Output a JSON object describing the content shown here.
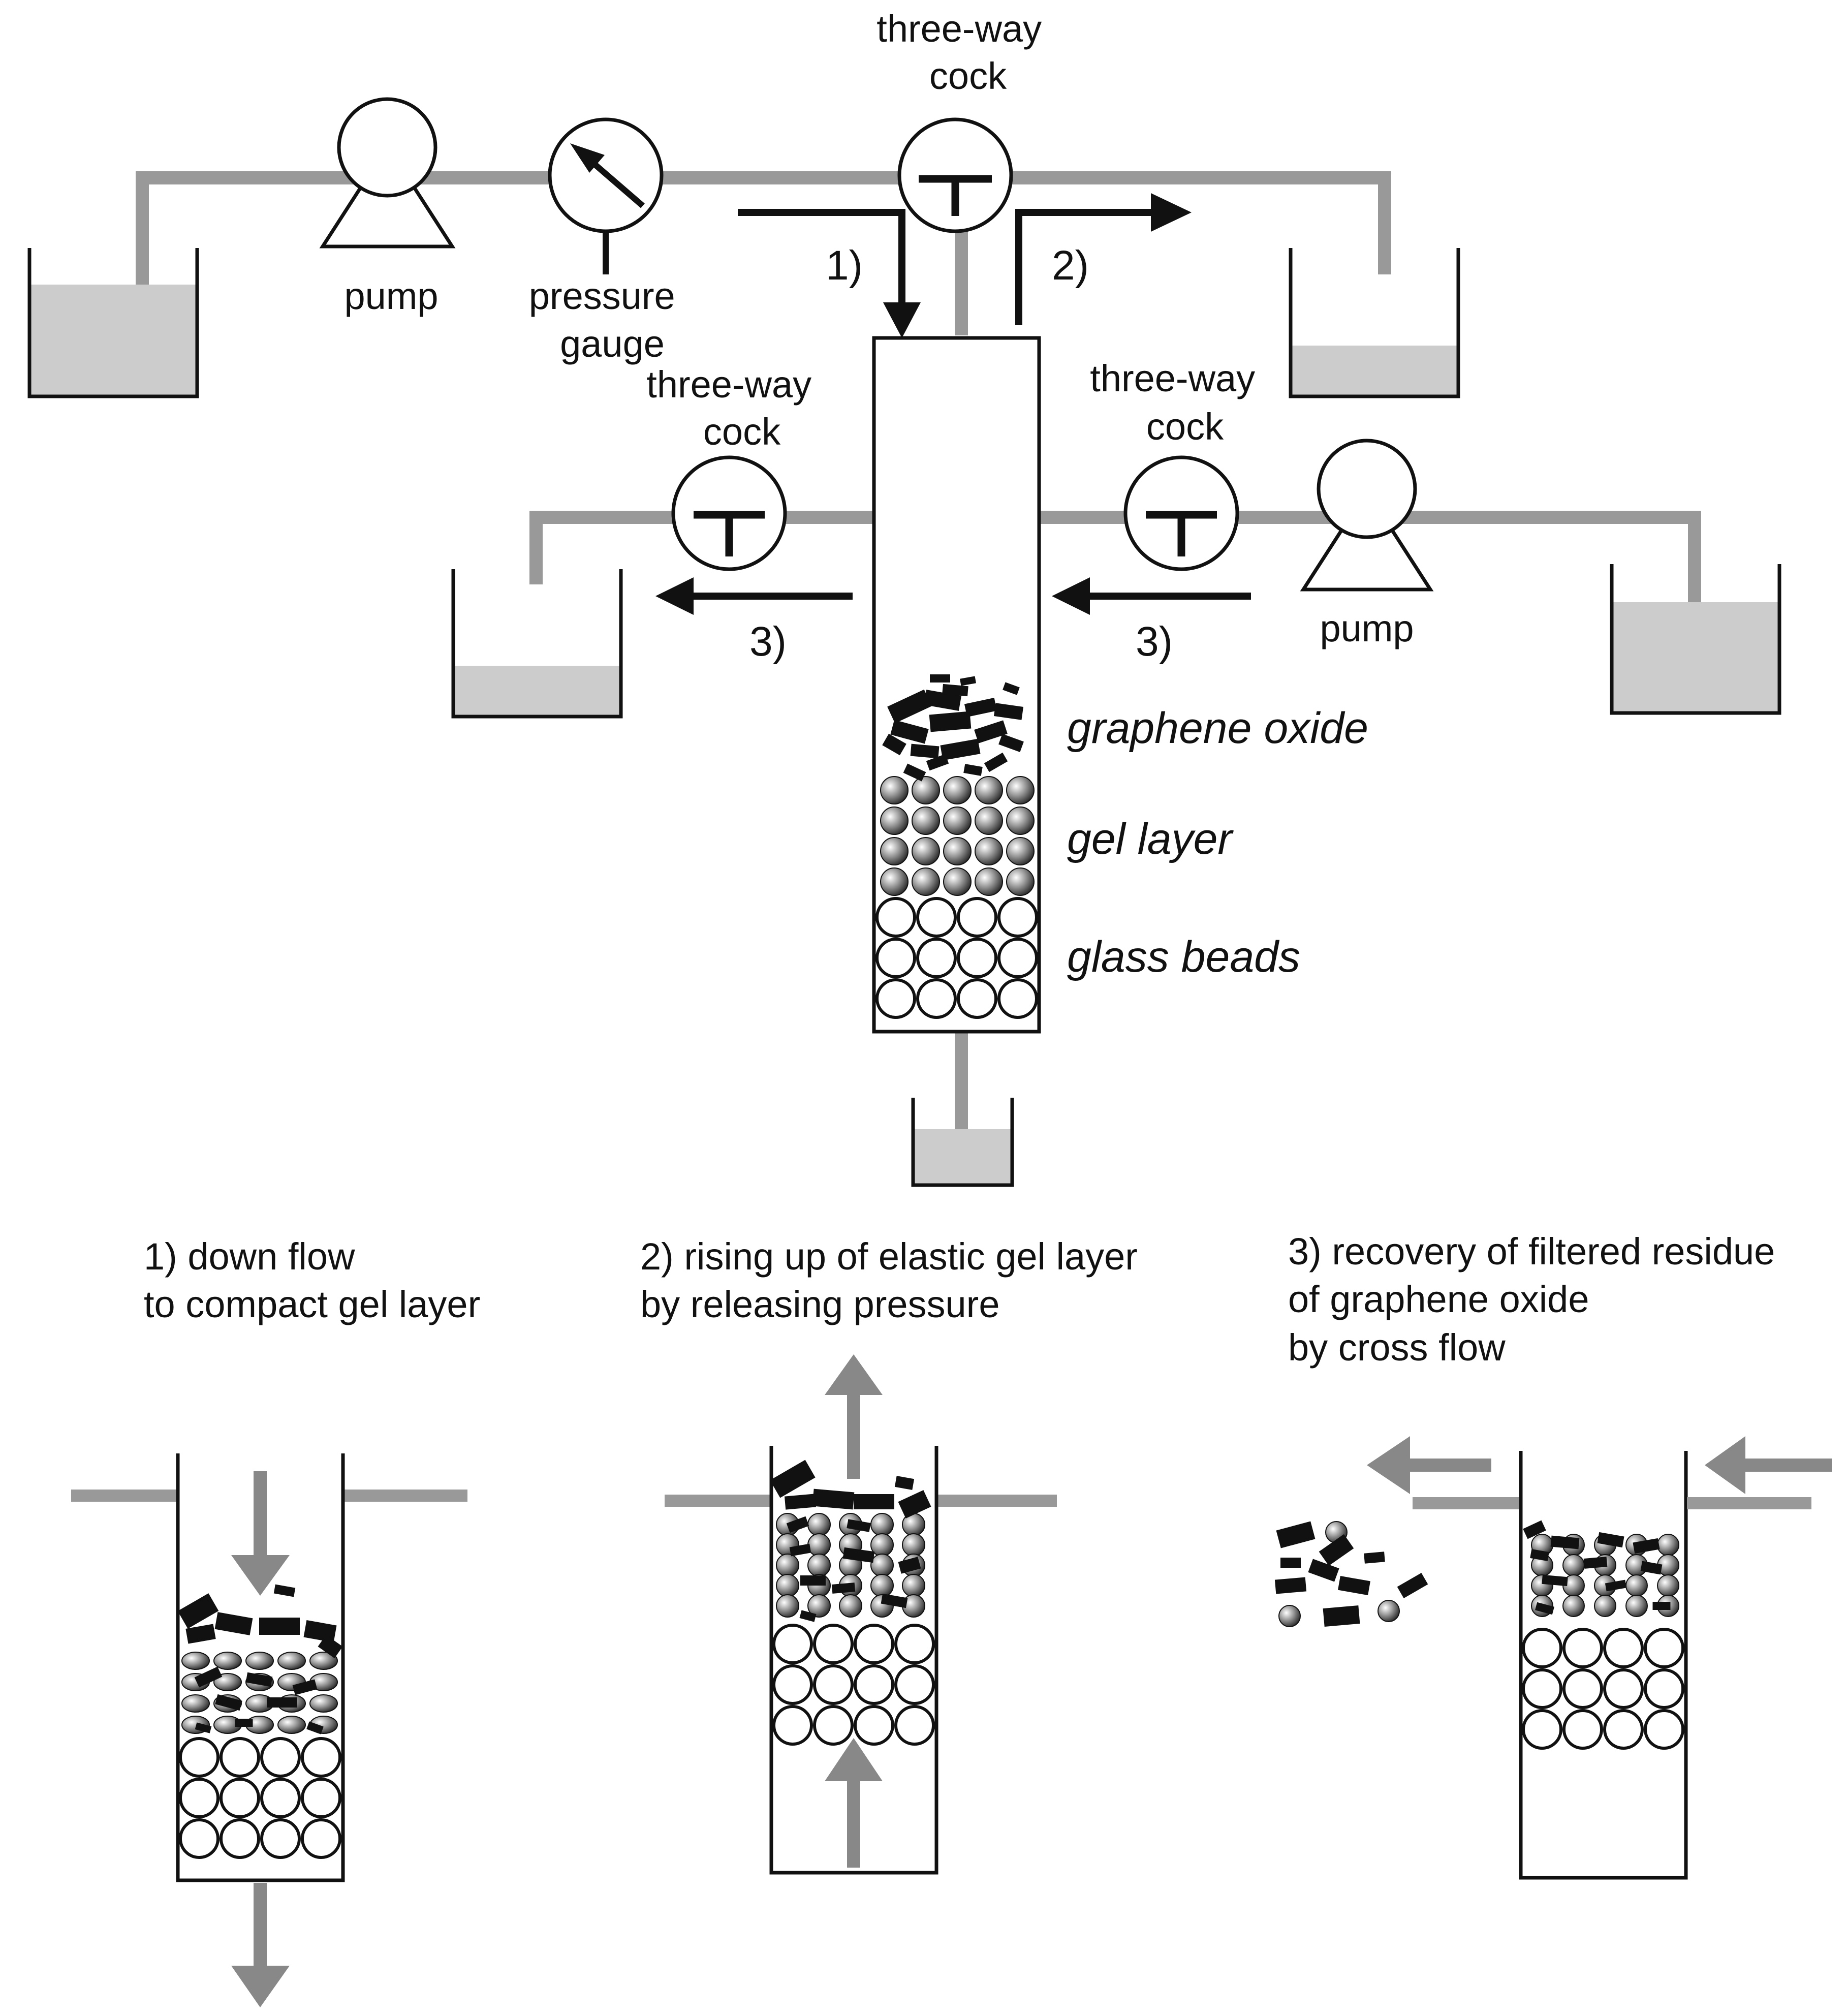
{
  "labels": {
    "pump_left": "pump",
    "pump_right": "pump",
    "pressure_gauge_line1": "pressure",
    "pressure_gauge_line2": "gauge",
    "cock_top_line1": "three-way",
    "cock_top_line2": "cock",
    "cock_left_line1": "three-way",
    "cock_left_line2": "cock",
    "cock_right_line1": "three-way",
    "cock_right_line2": "cock",
    "flow_1": "1)",
    "flow_2": "2)",
    "flow_3_left": "3)",
    "flow_3_right": "3)"
  },
  "layers": {
    "graphene_oxide": "graphene oxide",
    "gel_layer": "gel layer",
    "glass_beads": "glass beads"
  },
  "steps": [
    {
      "line1": "1) down flow",
      "line2": "to compact gel layer",
      "line3": ""
    },
    {
      "line1": "2) rising up of elastic gel layer",
      "line2": "by releasing pressure",
      "line3": ""
    },
    {
      "line1": "3) recovery of filtered residue",
      "line2": "of graphene oxide",
      "line3": "by cross flow"
    }
  ],
  "colors": {
    "pipe": "#999999",
    "liquid": "#cccccc",
    "ink": "#111111",
    "flow_arrow": "#888888"
  }
}
